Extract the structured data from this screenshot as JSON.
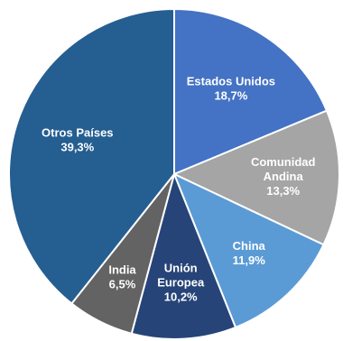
{
  "chart_data": {
    "type": "pie",
    "title": "",
    "start_angle_deg": 0,
    "direction": "clockwise",
    "slices": [
      {
        "name": "Estados Unidos",
        "value_label": "18,7%",
        "value": 18.7,
        "color": "#4472c4",
        "text_color": "#ffffff"
      },
      {
        "name": "Comunidad Andina",
        "name_lines": [
          "Comunidad",
          "Andina"
        ],
        "value_label": "13,3%",
        "value": 13.3,
        "color": "#a5a5a5",
        "text_color": "#ffffff"
      },
      {
        "name": "China",
        "value_label": "11,9%",
        "value": 11.9,
        "color": "#5b9bd5",
        "text_color": "#ffffff"
      },
      {
        "name": "Unión Europea",
        "name_lines": [
          "Unión",
          "Europea"
        ],
        "value_label": "10,2%",
        "value": 10.2,
        "color": "#264478",
        "text_color": "#ffffff"
      },
      {
        "name": "India",
        "value_label": "6,5%",
        "value": 6.5,
        "color": "#636363",
        "text_color": "#ffffff"
      },
      {
        "name": "Otros Países",
        "value_label": "39,3%",
        "value": 39.3,
        "color": "#255e91",
        "text_color": "#ffffff"
      }
    ]
  }
}
